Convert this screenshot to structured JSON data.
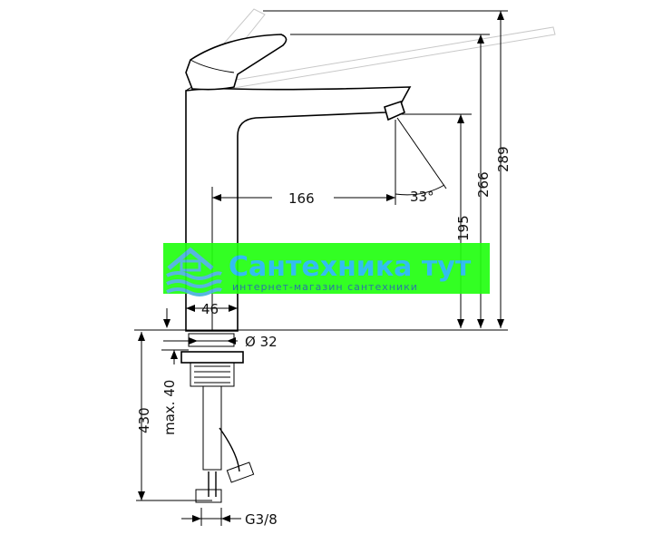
{
  "dimensions": {
    "total_height": "289",
    "spout_top_height": "266",
    "spout_outlet_height": "195",
    "spout_reach": "166",
    "spout_angle": "33°",
    "base_width": "46",
    "hole_diameter": "Ø 32",
    "hose_length": "430",
    "max_deck_thickness": "max. 40",
    "connection_thread": "G3/8"
  },
  "watermark": {
    "title": "Сантехника тут",
    "subtitle": "интернет-магазин сантехники",
    "colors": {
      "band": "#22ff11",
      "title": "#22b8f0",
      "subtitle": "#1a6aa0",
      "logo": "#4ab0dd"
    }
  }
}
